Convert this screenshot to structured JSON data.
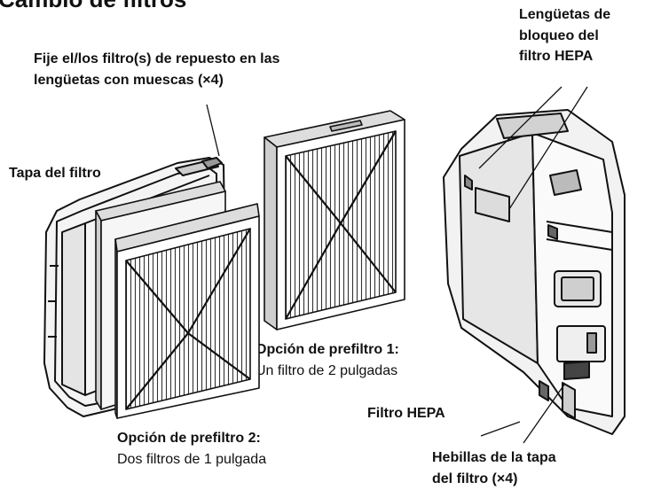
{
  "title": "Cambio de filtros",
  "labels": {
    "locking_tabs": [
      "Lengüetas de",
      "bloqueo del",
      "filtro HEPA"
    ],
    "attach_filters": [
      "Fije el/los filtro(s) de repuesto en las",
      "lengüetas con muescas (×4)"
    ],
    "filter_cover": "Tapa del filtro",
    "prefilter_option_1_title": "Opción de prefiltro 1:",
    "prefilter_option_1_desc": "Un filtro de 2 pulgadas",
    "prefilter_option_2_title": "Opción de prefiltro 2:",
    "prefilter_option_2_desc": "Dos filtros de 1 pulgada",
    "hepa_filter": "Filtro HEPA",
    "cover_buckles": [
      "Hebillas de la tapa",
      "del filtro (×4)"
    ]
  }
}
